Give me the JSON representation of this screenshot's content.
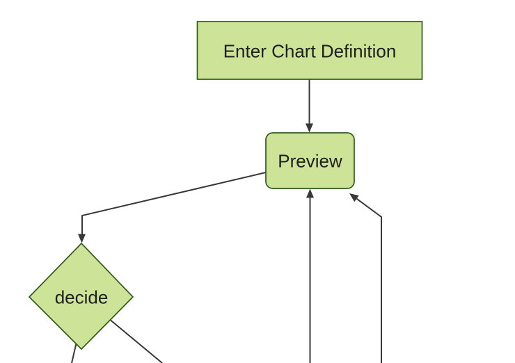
{
  "diagram": {
    "type": "flowchart",
    "direction": "top-down",
    "nodes": [
      {
        "id": "A",
        "label": "Enter Chart Definition",
        "shape": "rectangle"
      },
      {
        "id": "B",
        "label": "Preview",
        "shape": "rounded-rectangle"
      },
      {
        "id": "C",
        "label": "decide",
        "shape": "diamond"
      }
    ],
    "edges": [
      {
        "from": "A",
        "to": "B",
        "style": "arrow-down"
      },
      {
        "from": "B",
        "to": "C",
        "style": "arrow-elbow-down-left"
      },
      {
        "from": "C",
        "to": "offscreen-bottom-left",
        "style": "line-exits-frame"
      },
      {
        "from": "C",
        "to": "offscreen-bottom-right",
        "style": "line-exits-frame"
      },
      {
        "from": "offscreen-bottom",
        "to": "B",
        "style": "arrow-up-into-bottom"
      },
      {
        "from": "offscreen-bottom-right",
        "to": "B",
        "style": "arrow-up-left-into-corner"
      }
    ]
  },
  "theme": {
    "background": "#ffffff",
    "node_fill": "#cde498",
    "node_stroke": "#2f5c18",
    "edge_color": "#383838",
    "text_color": "#1f1f1f"
  }
}
